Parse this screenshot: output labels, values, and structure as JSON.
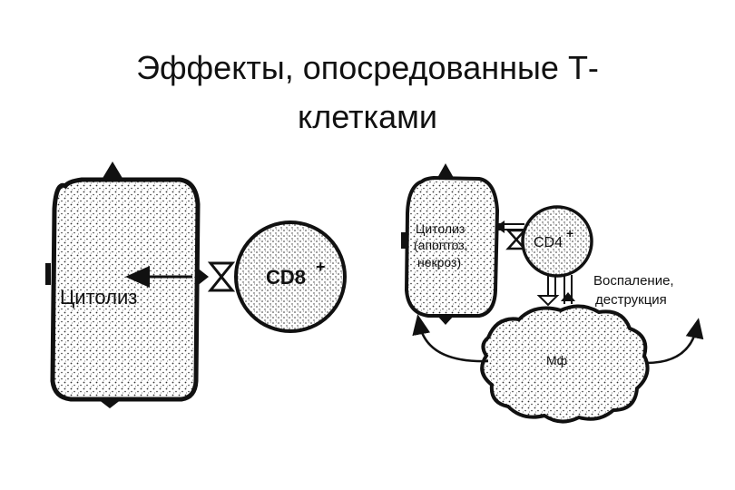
{
  "title": {
    "line1": "Эффекты, опосредованные Т-",
    "line2": "клетками"
  },
  "left_panel": {
    "target_cell_label": "Цитолиз",
    "effector_cell_label": "CD8",
    "effector_superscript": "+"
  },
  "right_panel": {
    "target_label_line1": "Цитолиз",
    "target_label_line2": "(апоптоз,",
    "target_label_line3": "некроз)",
    "helper_cell_label": "CD4",
    "helper_superscript": "+",
    "effect_line1": "Воспаление,",
    "effect_line2": "деструкция",
    "macrophage_label": "Мф"
  },
  "colors": {
    "ink": "#111111",
    "stipple": "#333333",
    "background": "#ffffff"
  }
}
